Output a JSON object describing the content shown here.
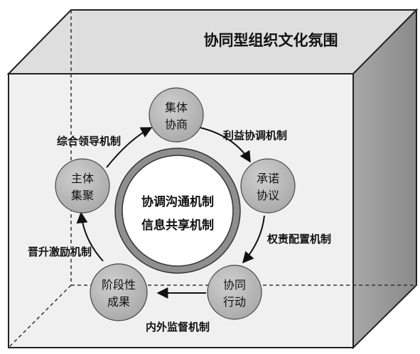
{
  "title": "协同型组织文化氛围",
  "center": {
    "line1": "协调沟通机制",
    "line2": "信息共享机制"
  },
  "nodes": [
    {
      "id": "n1",
      "line1": "集体",
      "line2": "协商"
    },
    {
      "id": "n2",
      "line1": "承诺",
      "line2": "协议"
    },
    {
      "id": "n3",
      "line1": "协同",
      "line2": "行动"
    },
    {
      "id": "n4",
      "line1": "阶段性",
      "line2": "成果"
    },
    {
      "id": "n5",
      "line1": "主体",
      "line2": "集聚"
    }
  ],
  "edges": [
    {
      "id": "e1",
      "label": "利益协调机制"
    },
    {
      "id": "e2",
      "label": "权责配置机制"
    },
    {
      "id": "e3",
      "label": "内外监督机制"
    },
    {
      "id": "e4",
      "label": "晋升激励机制"
    },
    {
      "id": "e5",
      "label": "综合领导机制"
    }
  ],
  "colors": {
    "box_front": "#f0f0f0",
    "box_top": "#dedede",
    "box_side": "#9e9e9e",
    "node_fill": "#b5b5b5",
    "ring": "#8f8f8f",
    "text": "#111111"
  }
}
